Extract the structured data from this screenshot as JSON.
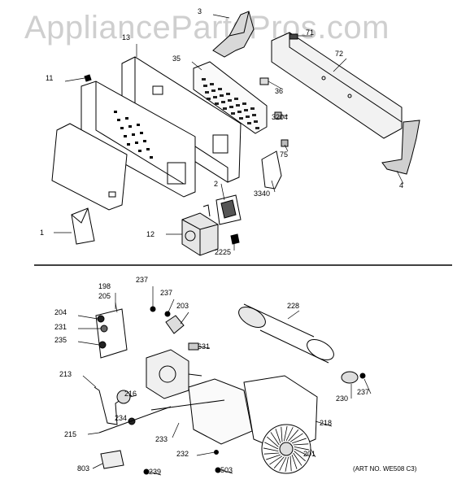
{
  "watermark": "AppliancePartsPros.com",
  "art_number": "(ART NO. WE508 C3)",
  "top_section": {
    "callouts": [
      "3",
      "13",
      "11",
      "35",
      "72",
      "71",
      "36",
      "3204",
      "75",
      "4",
      "3340",
      "2",
      "1",
      "12",
      "2225"
    ]
  },
  "bottom_section": {
    "callouts": [
      "198",
      "205",
      "237",
      "237",
      "203",
      "204",
      "231",
      "235",
      "631",
      "228",
      "213",
      "216",
      "234",
      "215",
      "233",
      "218",
      "232",
      "201",
      "230",
      "237",
      "803",
      "239",
      "503"
    ]
  },
  "colors": {
    "line": "#000000",
    "watermark": "#cfcfcf",
    "background": "#ffffff"
  }
}
